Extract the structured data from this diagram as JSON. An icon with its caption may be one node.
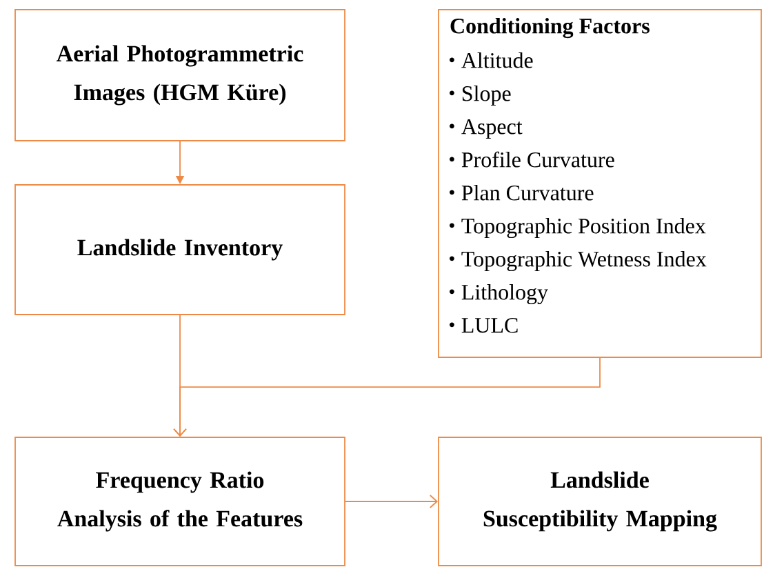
{
  "diagram": {
    "nodes": [
      {
        "text": [
          "Aerial Photogrammetric Images (HGM Küre)"
        ]
      },
      {
        "text": [
          "Landslide Inventory"
        ]
      },
      {
        "text": [
          "Conditioning Factors",
          "Altitude",
          "Slope",
          "Aspect",
          "Profile Curvature",
          "Plan Curvature",
          "Topographic Position Index",
          "Topographic Wetness Index",
          "Lithology",
          "LULC"
        ]
      },
      {
        "text": [
          "Frequency Ratio Analysis of the Features"
        ]
      },
      {
        "text": [
          "Landslide Susceptibility Mapping"
        ]
      }
    ],
    "edges": [
      {
        "from": 0,
        "to": 1,
        "arrow": "to"
      },
      {
        "from": 1,
        "to": 3,
        "arrow": "to"
      },
      {
        "from": 2,
        "to": 3,
        "arrow": "to"
      },
      {
        "from": 3,
        "to": 4,
        "arrow": "to"
      }
    ]
  }
}
